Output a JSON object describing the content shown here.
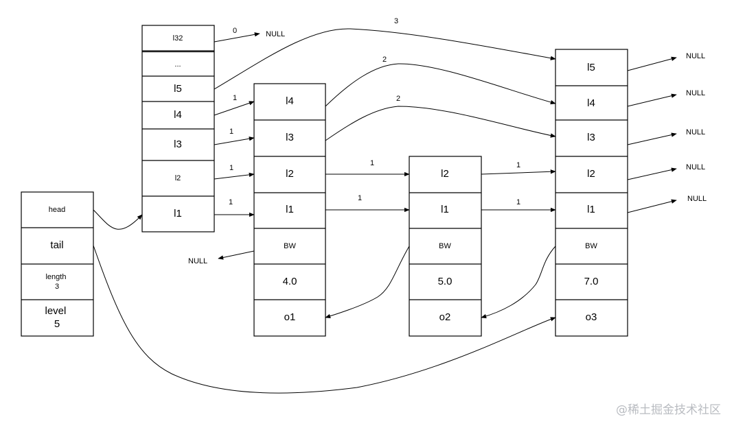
{
  "zskiplist": {
    "fields": [
      "head",
      "tail",
      "length\n3",
      "level\n5"
    ]
  },
  "header_node": {
    "levels": [
      "l32",
      "...",
      "l5",
      "l4",
      "l3",
      "l2",
      "l1"
    ]
  },
  "nodes": [
    {
      "id": "o1",
      "levels": [
        "l4",
        "l3",
        "l2",
        "l1"
      ],
      "backward": "BW",
      "score": "4.0",
      "obj": "o1"
    },
    {
      "id": "o2",
      "levels": [
        "l2",
        "l1"
      ],
      "backward": "BW",
      "score": "5.0",
      "obj": "o2"
    },
    {
      "id": "o3",
      "levels": [
        "l5",
        "l4",
        "l3",
        "l2",
        "l1"
      ],
      "backward": "BW",
      "score": "7.0",
      "obj": "o3"
    }
  ],
  "spans": {
    "header_l32": "0",
    "header_l5": "3",
    "header_l4": "1",
    "header_l3": "1",
    "header_l2": "1",
    "header_l1": "1",
    "o1_l4": "2",
    "o1_l3": "2",
    "o1_l2": "1",
    "o1_l1": "1",
    "o2_l2": "1",
    "o2_l1": "1"
  },
  "null_label": "NULL",
  "watermark": "@稀土掘金技术社区"
}
